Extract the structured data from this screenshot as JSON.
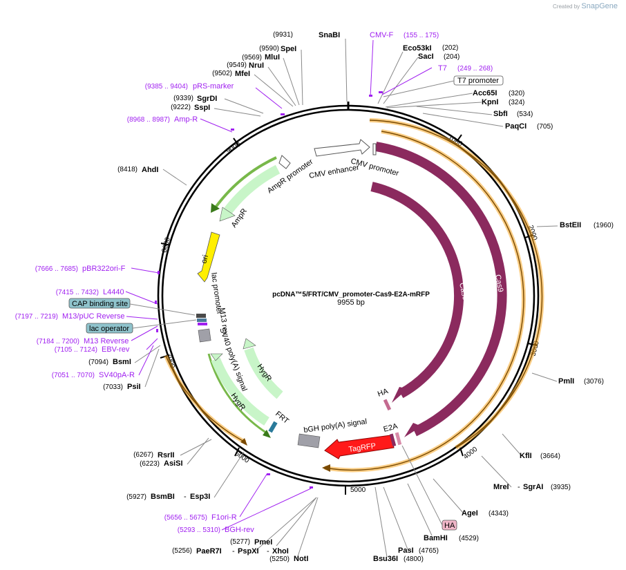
{
  "credit": {
    "prefix": "Created by",
    "brand": "SnapGene"
  },
  "plasmid": {
    "name": "pcDNA™5/FRT/CMV_promoter-Cas9-E2A-mRFP",
    "size": "9955 bp"
  },
  "ticks": [
    "1000",
    "2000",
    "3000",
    "4000",
    "5000",
    "6000",
    "7000",
    "8000",
    "9000"
  ],
  "enzymes_left": [
    {
      "pos": "(9931)",
      "name": "SnaBI"
    },
    {
      "pos": "(9590)",
      "name": "SpeI"
    },
    {
      "pos": "(9569)",
      "name": "MluI"
    },
    {
      "pos": "(9549)",
      "name": "NruI"
    },
    {
      "pos": "(9502)",
      "name": "MfeI"
    },
    {
      "pos": "(9339)",
      "name": "SgrDI"
    },
    {
      "pos": "(9222)",
      "name": "SspI"
    },
    {
      "pos": "(8418)",
      "name": "AhdI"
    },
    {
      "pos": "(7094)",
      "name": "BsmI"
    },
    {
      "pos": "(7033)",
      "name": "PsiI"
    },
    {
      "pos": "(6267)",
      "name": "RsrII"
    },
    {
      "pos": "(6223)",
      "name": "AsiSI"
    },
    {
      "pos": "(5927)",
      "name": "BsmBI"
    },
    {
      "pos": "(5277)",
      "name": "PmeI"
    },
    {
      "pos": "(5256)",
      "name": "PaeR7I"
    },
    {
      "pos": "(5250)",
      "name": "NotI"
    }
  ],
  "enzymes_right": [
    {
      "name": "Eco53kI",
      "pos": "(202)"
    },
    {
      "name": "SacI",
      "pos": "(204)"
    },
    {
      "name": "Acc65I",
      "pos": "(320)"
    },
    {
      "name": "KpnI",
      "pos": "(324)"
    },
    {
      "name": "SbfI",
      "pos": "(534)"
    },
    {
      "name": "PaqCI",
      "pos": "(705)"
    },
    {
      "name": "BstEII",
      "pos": "(1960)"
    },
    {
      "name": "PmlI",
      "pos": "(3076)"
    },
    {
      "name": "KflI",
      "pos": "(3664)"
    },
    {
      "name": "MreI",
      "pos": ""
    },
    {
      "name": "SgrAI",
      "pos": "(3935)"
    },
    {
      "name": "AgeI",
      "pos": "(4343)"
    },
    {
      "name": "BamHI",
      "pos": "(4529)"
    },
    {
      "name": "PasI",
      "pos": "(4765)"
    },
    {
      "name": "Bsu36I",
      "pos": "(4800)"
    }
  ],
  "enzyme_extra": {
    "esp3i": "Esp3I",
    "pspxi": "PspXI",
    "xhoi": "XhoI",
    "dash": "-"
  },
  "primers": [
    {
      "name": "CMV-F",
      "pos": "(155 .. 175)"
    },
    {
      "name": "T7",
      "pos": "(249 .. 268)"
    },
    {
      "name": "pRS-marker",
      "pos": "(9385 .. 9404)"
    },
    {
      "name": "Amp-R",
      "pos": "(8968 .. 8987)"
    },
    {
      "name": "pBR322ori-F",
      "pos": "(7666 .. 7685)"
    },
    {
      "name": "L4440",
      "pos": "(7415 .. 7432)"
    },
    {
      "name": "M13/pUC Reverse",
      "pos": "(7197 .. 7219)"
    },
    {
      "name": "M13 Reverse",
      "pos": "(7184 .. 7200)"
    },
    {
      "name": "EBV-rev",
      "pos": "(7105 .. 7124)"
    },
    {
      "name": "SV40pA-R",
      "pos": "(7051 .. 7070)"
    },
    {
      "name": "F1ori-R",
      "pos": "(5656 .. 5675)"
    },
    {
      "name": "BGH-rev",
      "pos": "(5293 .. 5310)"
    }
  ],
  "boxes": {
    "t7promoter": "T7 promoter",
    "cap": "CAP binding site",
    "lacop": "lac operator",
    "ha": "HA"
  },
  "features": {
    "cmv_promoter": "CMV promoter",
    "cmv_enhancer": "CMV enhancer",
    "ampr_promoter": "AmpR promoter",
    "ampr": "AmpR",
    "ori": "ori",
    "lac_promoter": "lac promoter",
    "m13rev": "M13 rev",
    "sv40": "SV40 poly(A) signal",
    "hygr1": "HygR",
    "hygr2": "HygR",
    "frt": "FRT",
    "bgh": "bGH poly(A) signal",
    "tagrfp": "TagRFP",
    "e2a": "E2A",
    "ha": "HA",
    "cas9a": "Cas9",
    "cas9b": "Cas9"
  },
  "colors": {
    "cas9": "#8b2a5e",
    "ampr": "#c8f5c8",
    "ori": "#ffef00",
    "tagrfp": "#ff1a1a",
    "primer": "#a020f0",
    "grey": "#a0a0a8",
    "orange": "#f5a623",
    "cap": "#8fc3cc",
    "ha_box": "#f0b6c8"
  }
}
